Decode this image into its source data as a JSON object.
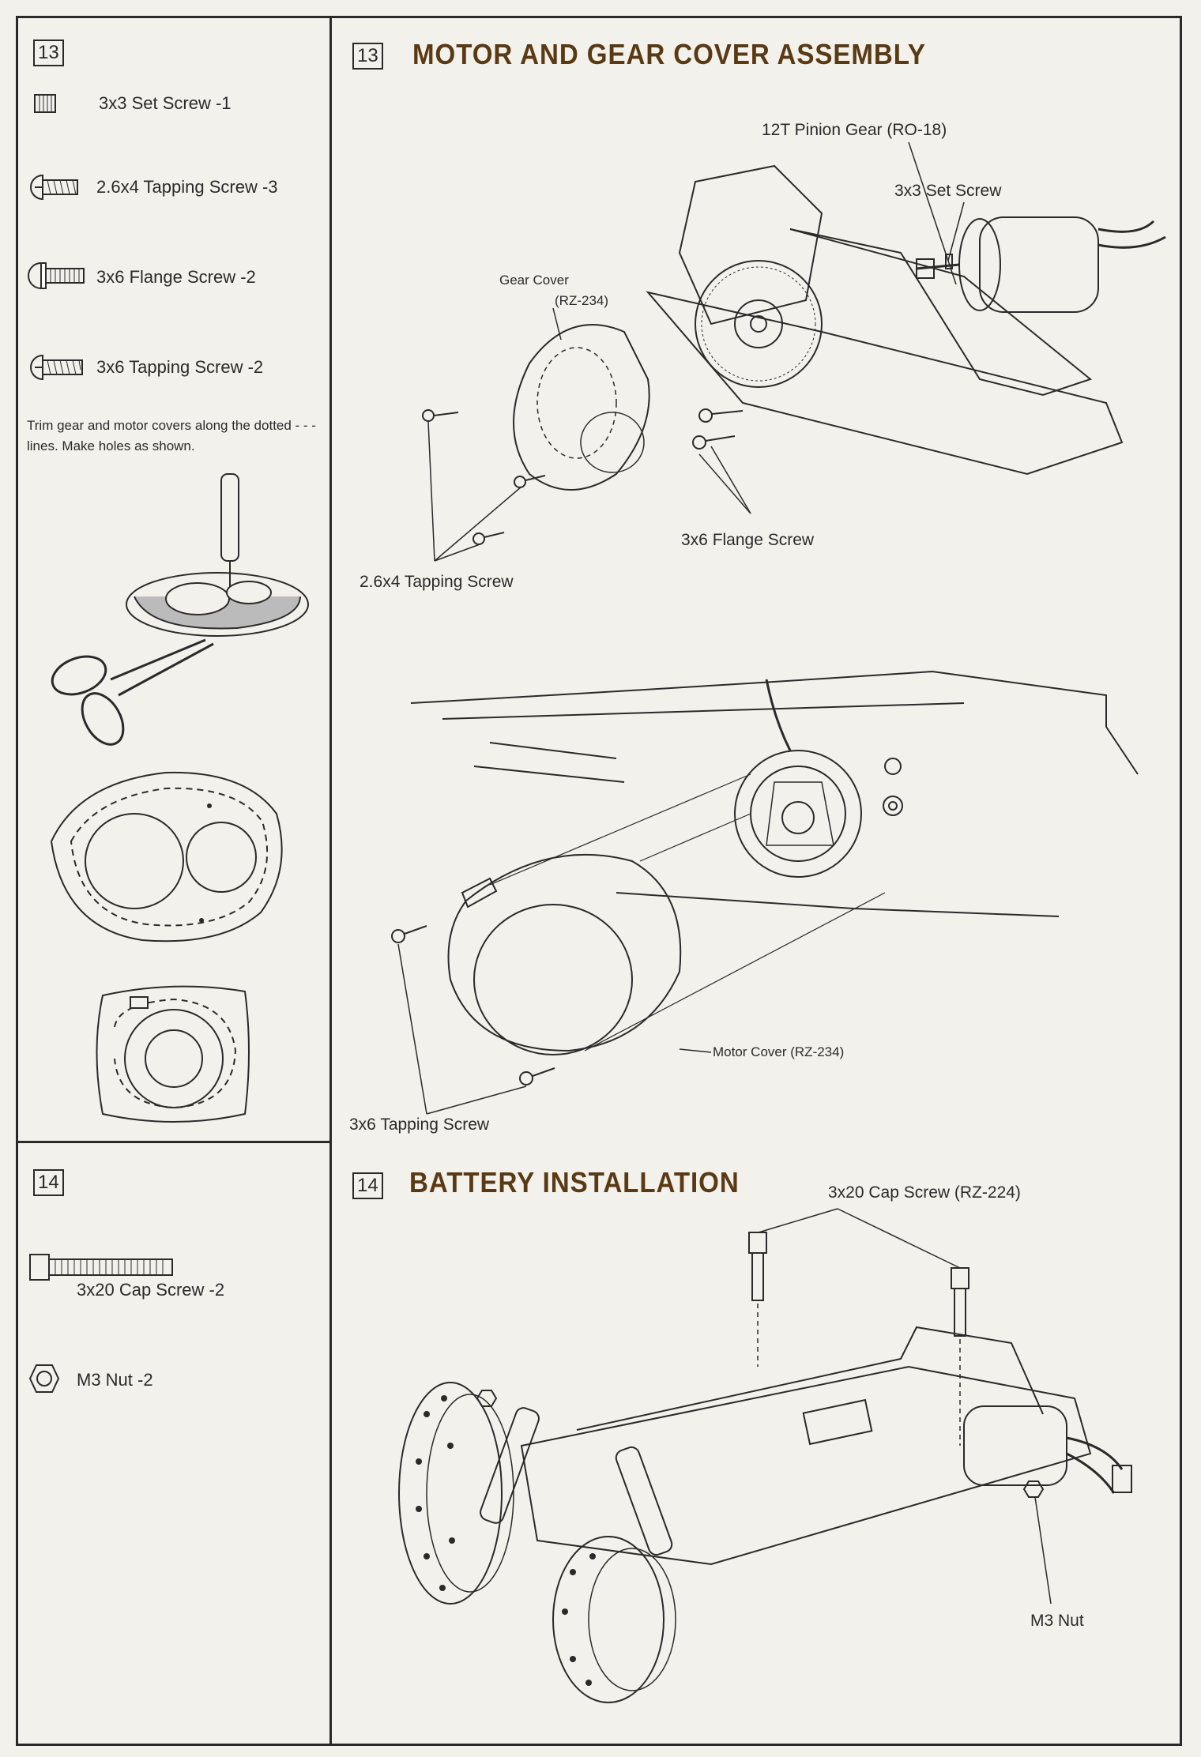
{
  "left_panel": {
    "step13_number": "13",
    "step13_parts": [
      {
        "label": "3x3 Set Screw -1",
        "icon": "set-screw-icon"
      },
      {
        "label": "2.6x4 Tapping Screw -3",
        "icon": "tapping-screw-icon"
      },
      {
        "label": "3x6 Flange Screw -2",
        "icon": "flange-screw-icon"
      },
      {
        "label": "3x6 Tapping Screw -2",
        "icon": "tapping-screw-icon"
      }
    ],
    "trim_note": "Trim gear and motor covers along the dotted - - - lines. Make holes as shown.",
    "step14_number": "14",
    "step14_parts": [
      {
        "label": "3x20 Cap Screw -2",
        "icon": "cap-screw-icon"
      },
      {
        "label": "M3 Nut -2",
        "icon": "hex-nut-icon"
      }
    ]
  },
  "step13": {
    "number": "13",
    "title": "MOTOR AND GEAR COVER ASSEMBLY",
    "callouts": {
      "pinion": "12T Pinion Gear (RO-18)",
      "set_screw": "3x3 Set Screw",
      "gear_cover": "Gear Cover",
      "gear_cover_part": "(RZ-234)",
      "flange_screw": "3x6 Flange Screw",
      "tapping_26x4": "2.6x4 Tapping Screw",
      "motor_cover": "Motor Cover (RZ-234)",
      "tapping_3x6": "3x6 Tapping Screw"
    }
  },
  "step14": {
    "number": "14",
    "title": "BATTERY INSTALLATION",
    "callouts": {
      "cap_screw": "3x20 Cap Screw (RZ-224)",
      "nut": "M3 Nut"
    }
  },
  "colors": {
    "ink": "#2a2a2a",
    "title": "#5a3a14",
    "paper": "#f3f1ec"
  }
}
